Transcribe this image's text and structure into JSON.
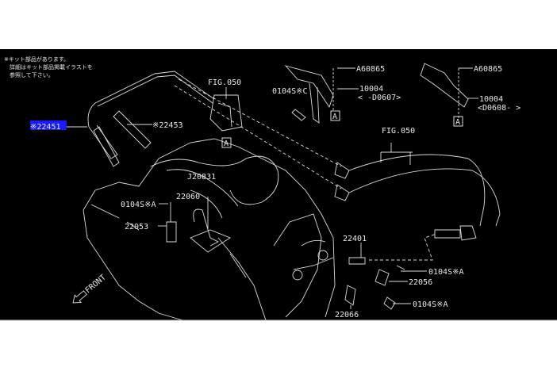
{
  "note": {
    "line1": "※キット部品があります。",
    "line2": "詳細はキット部品掲載イラストを",
    "line3": "参照して下さい。"
  },
  "labels": {
    "fig050_top": "FIG.050",
    "fig050_right": "FIG.050",
    "p22451": "※22451",
    "p22453": "※22453",
    "a60865_left": "A60865",
    "a60865_right": "A60865",
    "p10004_left": "10004",
    "p10004_left_range": "< -D0607>",
    "p10004_right": "10004",
    "p10004_right_range": "<D0608- >",
    "bolt_0104sc": "0104S※C",
    "j20831": "J20831",
    "p22060": "22060",
    "bolt_0104sa_left": "0104S※A",
    "p22053": "22053",
    "p22401": "22401",
    "bolt_0104sa_right1": "0104S※A",
    "p22056": "22056",
    "bolt_0104sa_right2": "0104S※A",
    "p22066": "22066",
    "ref_a": "A",
    "front": "FRONT"
  },
  "colors": {
    "background": "#000000",
    "line": "#dcdcdc",
    "highlight": "#1a1aff"
  }
}
